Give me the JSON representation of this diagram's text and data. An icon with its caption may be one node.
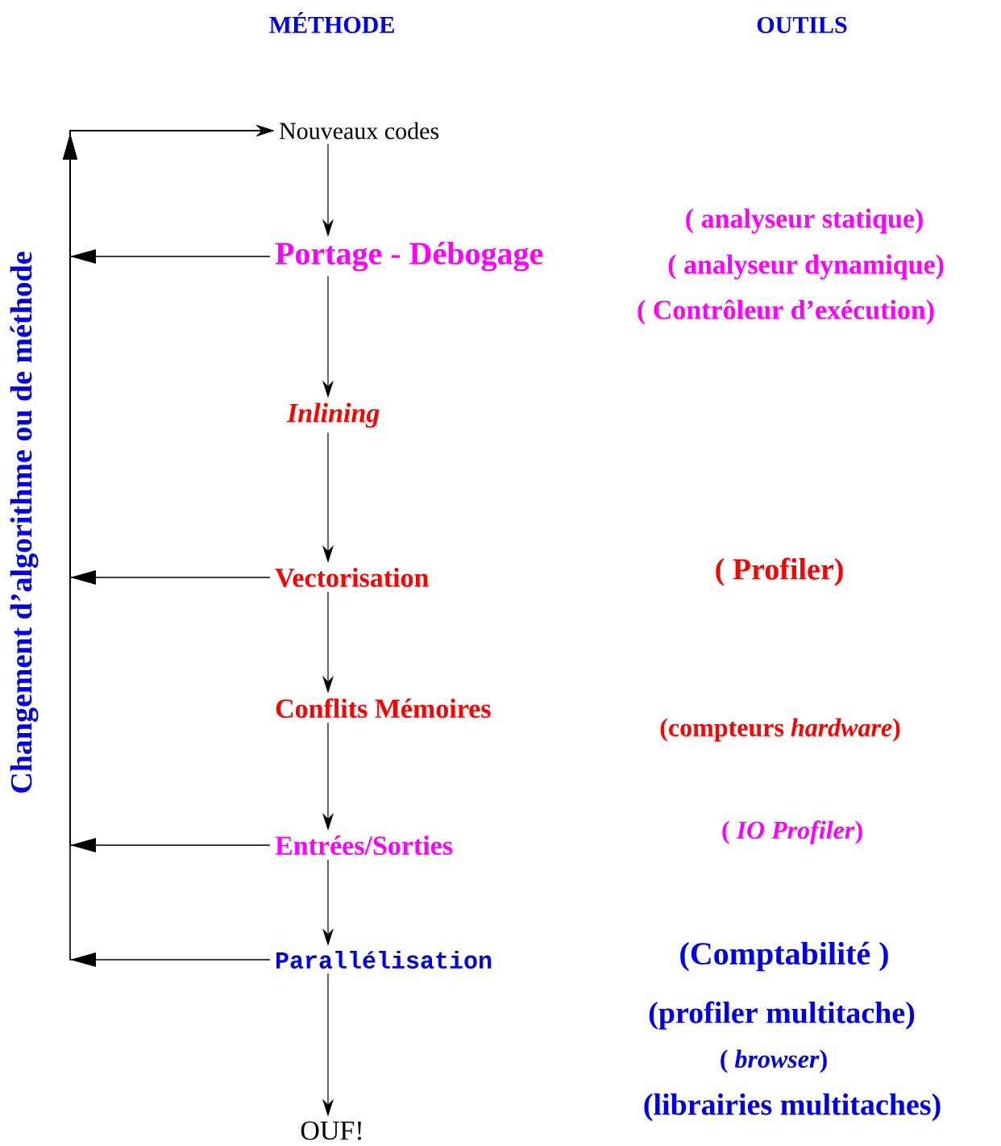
{
  "diagram": {
    "nodes": [
      {
        "text": [
          "Nouveaux codes"
        ]
      },
      {
        "text": [
          "Portage - Débogage"
        ],
        "beside": [
          "( analyseur statique)",
          "( analyseur  dynamique)",
          "( Contrôleur d’exécution)"
        ]
      },
      {
        "text": [
          "Inlining"
        ]
      },
      {
        "text": [
          "Vectorisation"
        ]
      },
      {
        "text": [
          "Conflits Mémoires"
        ]
      },
      {
        "text": [
          "Entrées/Sorties"
        ]
      },
      {
        "text": [
          "Parallélisation"
        ],
        "beside": [
          "(Comptabilité )",
          "(profiler multitache)",
          "( *browser*)",
          "(librairies multitaches)"
        ]
      },
      {
        "text": [
          "OUF!"
        ]
      }
    ],
    "edges": [
      {
        "from": 0,
        "to": 1,
        "arrow": "to"
      },
      {
        "from": 1,
        "to": 2,
        "arrow": "to"
      },
      {
        "from": 2,
        "to": 3,
        "arrow": "to"
      },
      {
        "from": 3,
        "to": 4,
        "arrow": "to"
      },
      {
        "from": 4,
        "to": 5,
        "arrow": "to"
      },
      {
        "from": 5,
        "to": 6,
        "arrow": "to"
      },
      {
        "from": 6,
        "to": 7,
        "arrow": "to"
      },
      {
        "from": 1,
        "to": 0,
        "arrow": "to"
      },
      {
        "from": 3,
        "to": 0,
        "arrow": "to"
      },
      {
        "from": 5,
        "to": 0,
        "arrow": "to"
      },
      {
        "from": 6,
        "to": 0,
        "arrow": "to"
      }
    ],
    "labels": [
      "MÉTHODE",
      "OUTILS",
      "Changement d’algorithme ou de méthode",
      "( Profiler)",
      "(compteurs *hardware*)",
      "( *IO Profiler*)"
    ]
  }
}
